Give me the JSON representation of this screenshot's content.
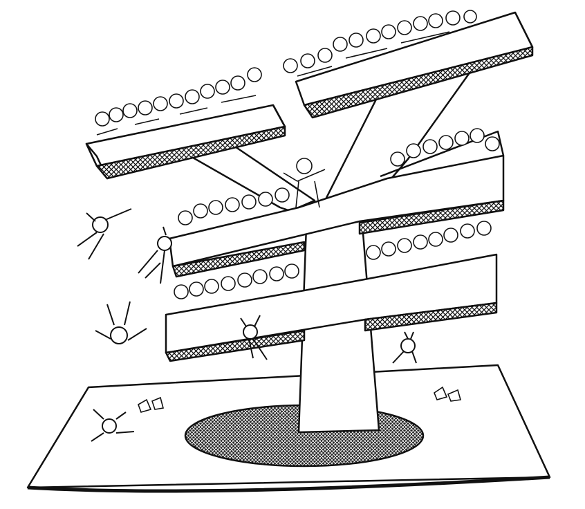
{
  "illustration": {
    "style": "black ink line drawing",
    "ink_color": "#111111",
    "paper_color": "#ffffff",
    "subject": "yen-sign-with-crowds",
    "crowd_count": 4,
    "falling_people_count": 7
  }
}
